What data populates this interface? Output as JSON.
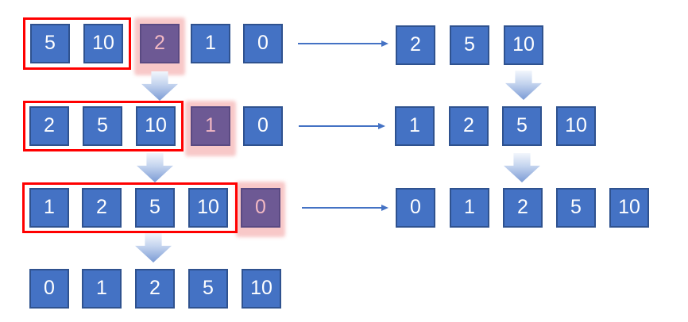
{
  "colors": {
    "box_fill": "#4472c4",
    "box_border": "#2f528f",
    "box_text": "#ffffff",
    "highlight_fill": "#6d5994",
    "highlight_border": "#5a4a82",
    "highlight_text": "#f2b8c3",
    "glow": "#f8c8c8",
    "selection_outline": "#ff0000",
    "arrow_line": "#4472c4",
    "block_arrow_top": "#f2f6fc",
    "block_arrow_mid": "#c3d3ee",
    "block_arrow_bottom": "#7b9bd5"
  },
  "left_rows": [
    {
      "cells": [
        "5",
        "10",
        "2",
        "1",
        "0"
      ],
      "states": [
        "sorted",
        "sorted",
        "current",
        "normal",
        "normal"
      ]
    },
    {
      "cells": [
        "2",
        "5",
        "10",
        "1",
        "0"
      ],
      "states": [
        "sorted",
        "sorted",
        "sorted",
        "current",
        "normal"
      ]
    },
    {
      "cells": [
        "1",
        "2",
        "5",
        "10",
        "0"
      ],
      "states": [
        "sorted",
        "sorted",
        "sorted",
        "sorted",
        "current"
      ]
    },
    {
      "cells": [
        "0",
        "1",
        "2",
        "5",
        "10"
      ],
      "states": [
        "normal",
        "normal",
        "normal",
        "normal",
        "normal"
      ]
    }
  ],
  "right_rows": [
    {
      "cells": [
        "2",
        "5",
        "10"
      ]
    },
    {
      "cells": [
        "1",
        "2",
        "5",
        "10"
      ]
    },
    {
      "cells": [
        "0",
        "1",
        "2",
        "5",
        "10"
      ]
    }
  ]
}
